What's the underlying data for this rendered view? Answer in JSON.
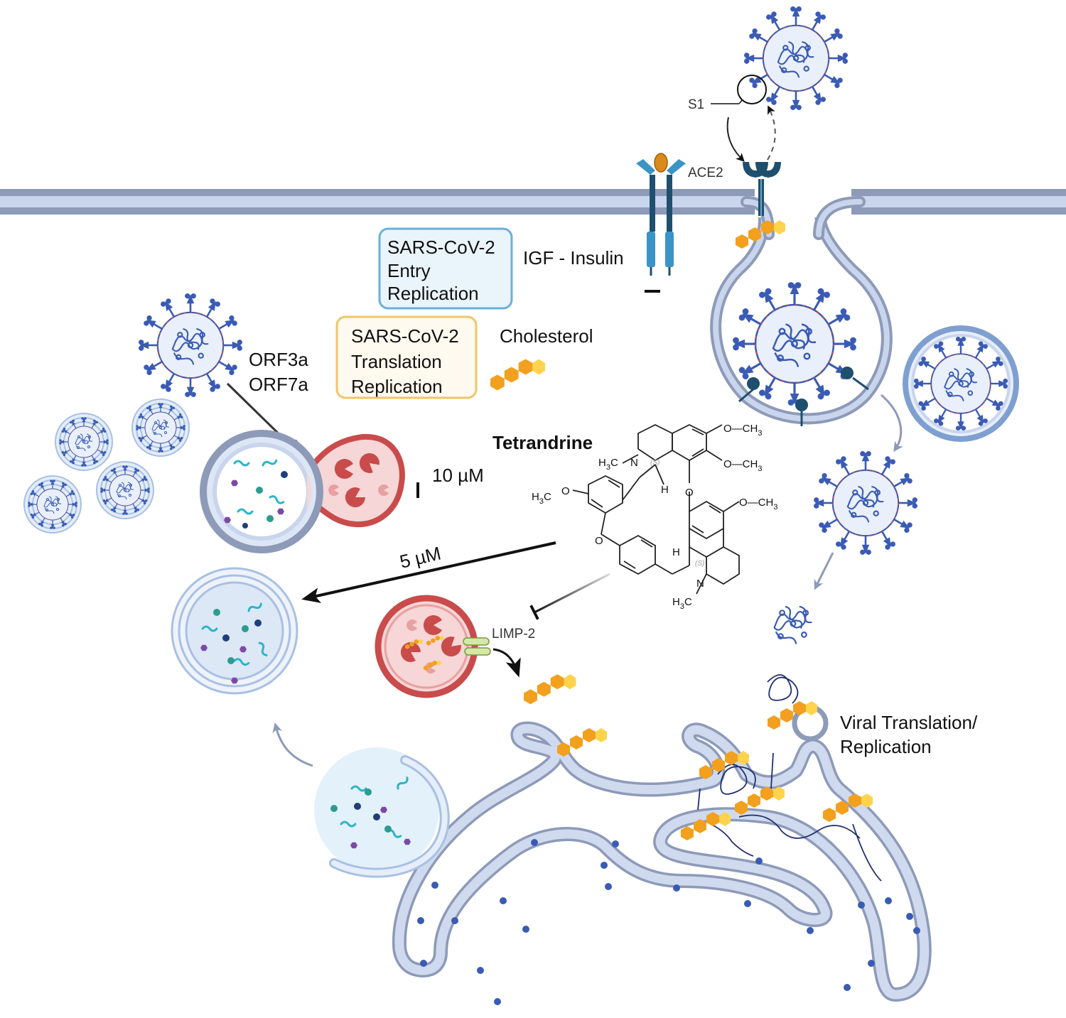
{
  "labels": {
    "s1": "S1",
    "ace2": "ACE2",
    "igf_insulin": "IGF - Insulin",
    "cholesterol": "Cholesterol",
    "orf3a": "ORF3a",
    "orf7a": "ORF7a",
    "tetrandrine": "Tetrandrine",
    "dose_10": "10 µM",
    "dose_5": "5 µM",
    "limp2": "LIMP-2",
    "viral_translation_line1": "Viral Translation/",
    "viral_translation_line2": "Replication"
  },
  "boxes": {
    "entry": {
      "line1": "SARS-CoV-2",
      "line2": "Entry",
      "line3": "Replication",
      "border_color": "#6ab0d8",
      "fill_color": "#eaf4fb"
    },
    "translation": {
      "line1": "SARS-CoV-2",
      "line2": "Translation",
      "line3": "Replication",
      "border_color": "#f2c46b",
      "fill_color": "#fffaf0"
    }
  },
  "chem_labels": {
    "och3": "O—CH",
    "three": "3",
    "h3c": "H",
    "three_c": "3",
    "c": "C",
    "n": "N",
    "o": "O",
    "h": "H",
    "s": "(S)"
  },
  "colors": {
    "membrane": "#8d9ab8",
    "membrane_light": "#c9d5ec",
    "virus_envelope": "#e9f0fb",
    "virus_spike": "#3a5bb5",
    "cholesterol_dark": "#f2a01e",
    "cholesterol_light": "#ffd34d",
    "lysosome": "#c94b4b",
    "lysosome_fill": "#f6d6d6"
  }
}
